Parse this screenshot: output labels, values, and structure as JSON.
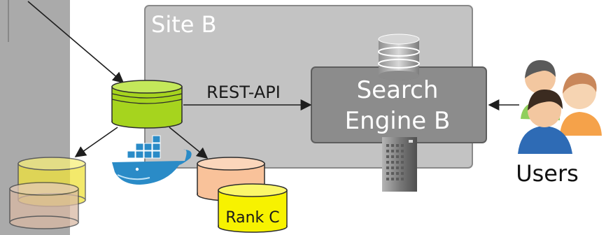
{
  "site_b": {
    "label": "Site B"
  },
  "connection": {
    "label": "REST-API"
  },
  "search_engine": {
    "line1": "Search",
    "line2": "Engine B"
  },
  "rank_c": {
    "label": "Rank C"
  },
  "users": {
    "label": "Users"
  },
  "colors": {
    "site_panel": "#c3c3c3",
    "search_box": "#8c8c8c",
    "green_db": "#a6d41e",
    "yellow_db": "#f7f200",
    "peach_db": "#f9c29a",
    "docker_blue": "#2a8bc7",
    "left_panel": "#aaaaaa"
  },
  "icons": [
    "database-icon",
    "docker-whale-icon",
    "server-tower-icon",
    "users-icon"
  ]
}
